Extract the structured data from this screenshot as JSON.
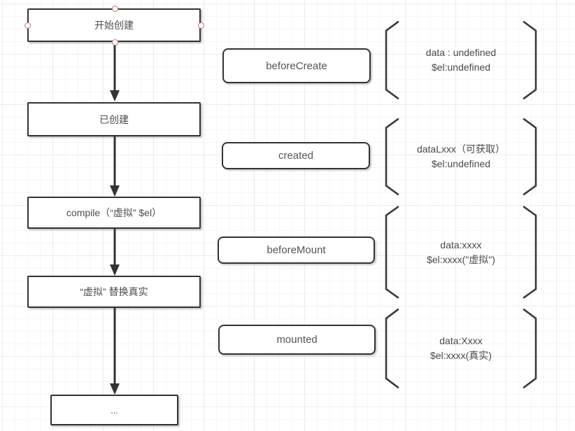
{
  "canvas": {
    "background": "#ffffff",
    "grid_minor_color": "#f6f6f6",
    "grid_major_color": "#ececec"
  },
  "colors": {
    "shape_stroke": "#333333",
    "text": "#4d4d4d",
    "selection_handle": "#c47a7a"
  },
  "flow_nodes": [
    {
      "label": "开始创建",
      "selected": true
    },
    {
      "label": "已创建",
      "selected": false
    },
    {
      "label": "compile（“虚拟” $el）",
      "selected": false
    },
    {
      "label": "“虚拟” 替换真实",
      "selected": false
    },
    {
      "label": "...",
      "selected": false
    }
  ],
  "hooks": [
    {
      "label": "beforeCreate"
    },
    {
      "label": "created"
    },
    {
      "label": "beforeMount"
    },
    {
      "label": "mounted"
    }
  ],
  "states": [
    {
      "line1": "data : undefined",
      "line2": "$el:undefined"
    },
    {
      "line1": "dataLxxx（可获取）",
      "line2": "$el:undefined"
    },
    {
      "line1": "data:xxxx",
      "line2": "$el:xxxx(\"虚拟\")"
    },
    {
      "line1": "data:Xxxx",
      "line2": "$el:xxxx(真实)"
    }
  ]
}
